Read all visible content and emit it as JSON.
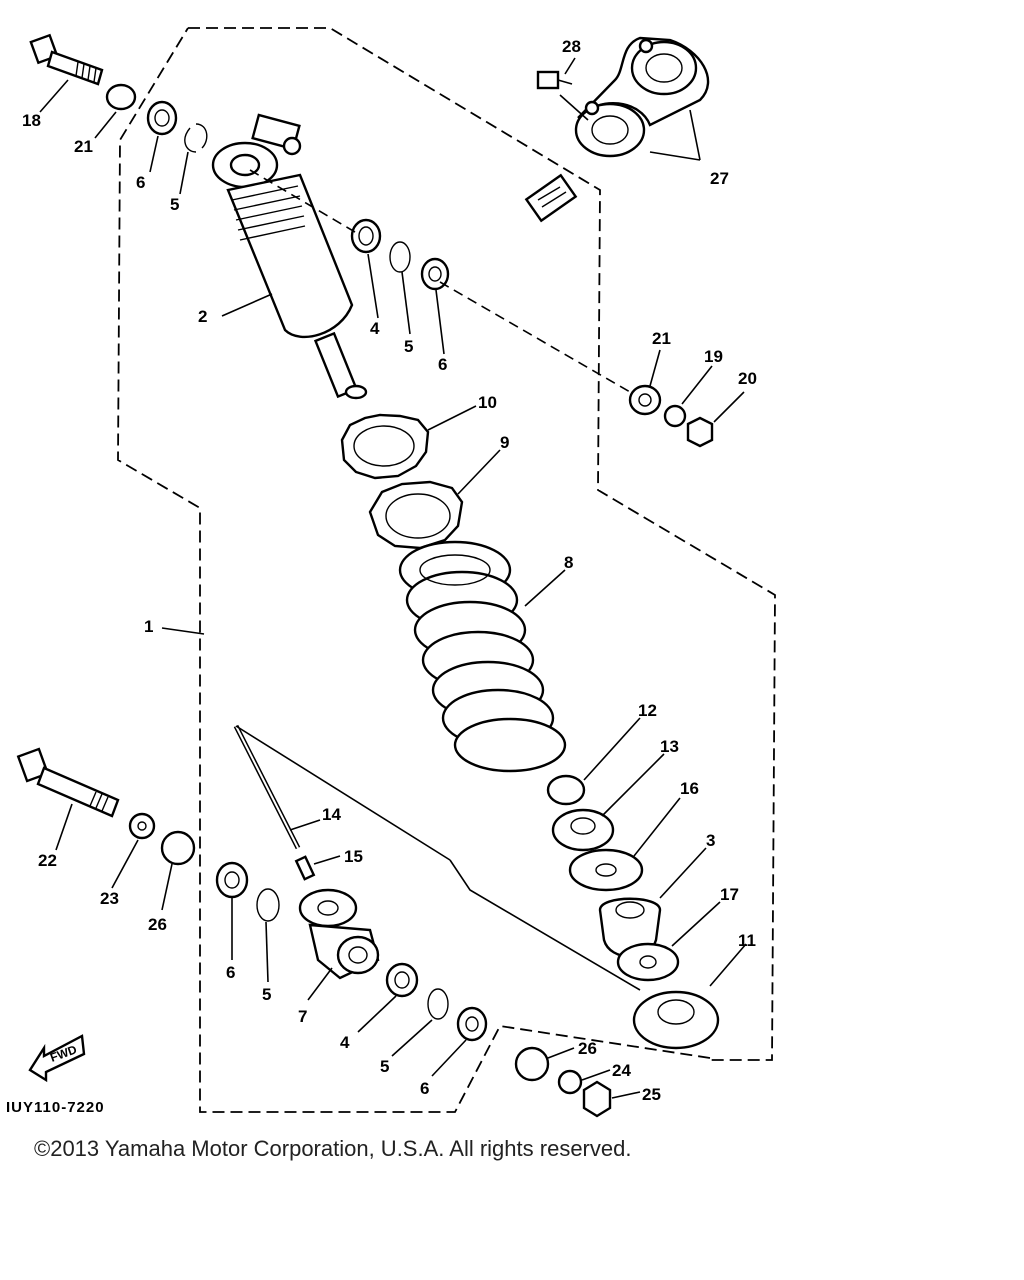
{
  "diagram": {
    "code": "IUY110-7220",
    "fwd_label": "FWD",
    "callouts": {
      "c18": "18",
      "c21a": "21",
      "c6a": "6",
      "c5a": "5",
      "c2": "2",
      "c4a": "4",
      "c5b": "5",
      "c6b": "6",
      "c28": "28",
      "c27": "27",
      "c21b": "21",
      "c19": "19",
      "c20": "20",
      "c10": "10",
      "c9": "9",
      "c8": "8",
      "c1": "1",
      "c12": "12",
      "c13": "13",
      "c16": "16",
      "c3": "3",
      "c17": "17",
      "c11": "11",
      "c14": "14",
      "c15": "15",
      "c22": "22",
      "c23": "23",
      "c26a": "26",
      "c6c": "6",
      "c5c": "5",
      "c7": "7",
      "c4b": "4",
      "c5d": "5",
      "c6d": "6",
      "c26b": "26",
      "c24": "24",
      "c25": "25"
    }
  },
  "footer": {
    "copyright": "©2013 Yamaha Motor Corporation, U.S.A. All rights reserved."
  }
}
